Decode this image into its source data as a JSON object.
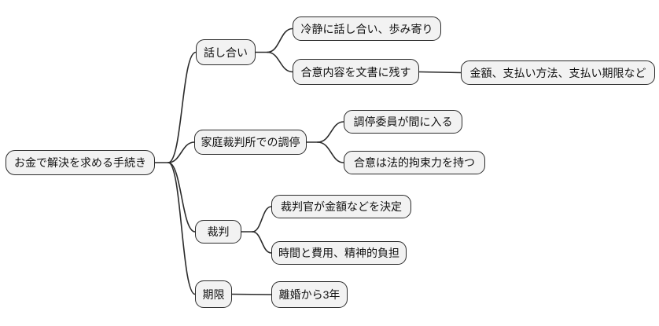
{
  "mindmap": {
    "root": {
      "label": "お金で解決を求める手続き"
    },
    "branches": [
      {
        "label": "話し合い",
        "children": [
          {
            "label": "冷静に話し合い、歩み寄り"
          },
          {
            "label": "合意内容を文書に残す",
            "children": [
              {
                "label": "金額、支払い方法、支払い期限など"
              }
            ]
          }
        ]
      },
      {
        "label": "家庭裁判所での調停",
        "children": [
          {
            "label": "調停委員が間に入る"
          },
          {
            "label": "合意は法的拘束力を持つ"
          }
        ]
      },
      {
        "label": "裁判",
        "children": [
          {
            "label": "裁判官が金額などを決定"
          },
          {
            "label": "時間と費用、精神的負担"
          }
        ]
      },
      {
        "label": "期限",
        "children": [
          {
            "label": "離婚から3年"
          }
        ]
      }
    ],
    "colors": {
      "background": "#ffffff",
      "node_fill": "#f2f2f2",
      "node_border": "#2b2b2b",
      "edge": "#2b2b2b",
      "text": "#111111"
    }
  }
}
